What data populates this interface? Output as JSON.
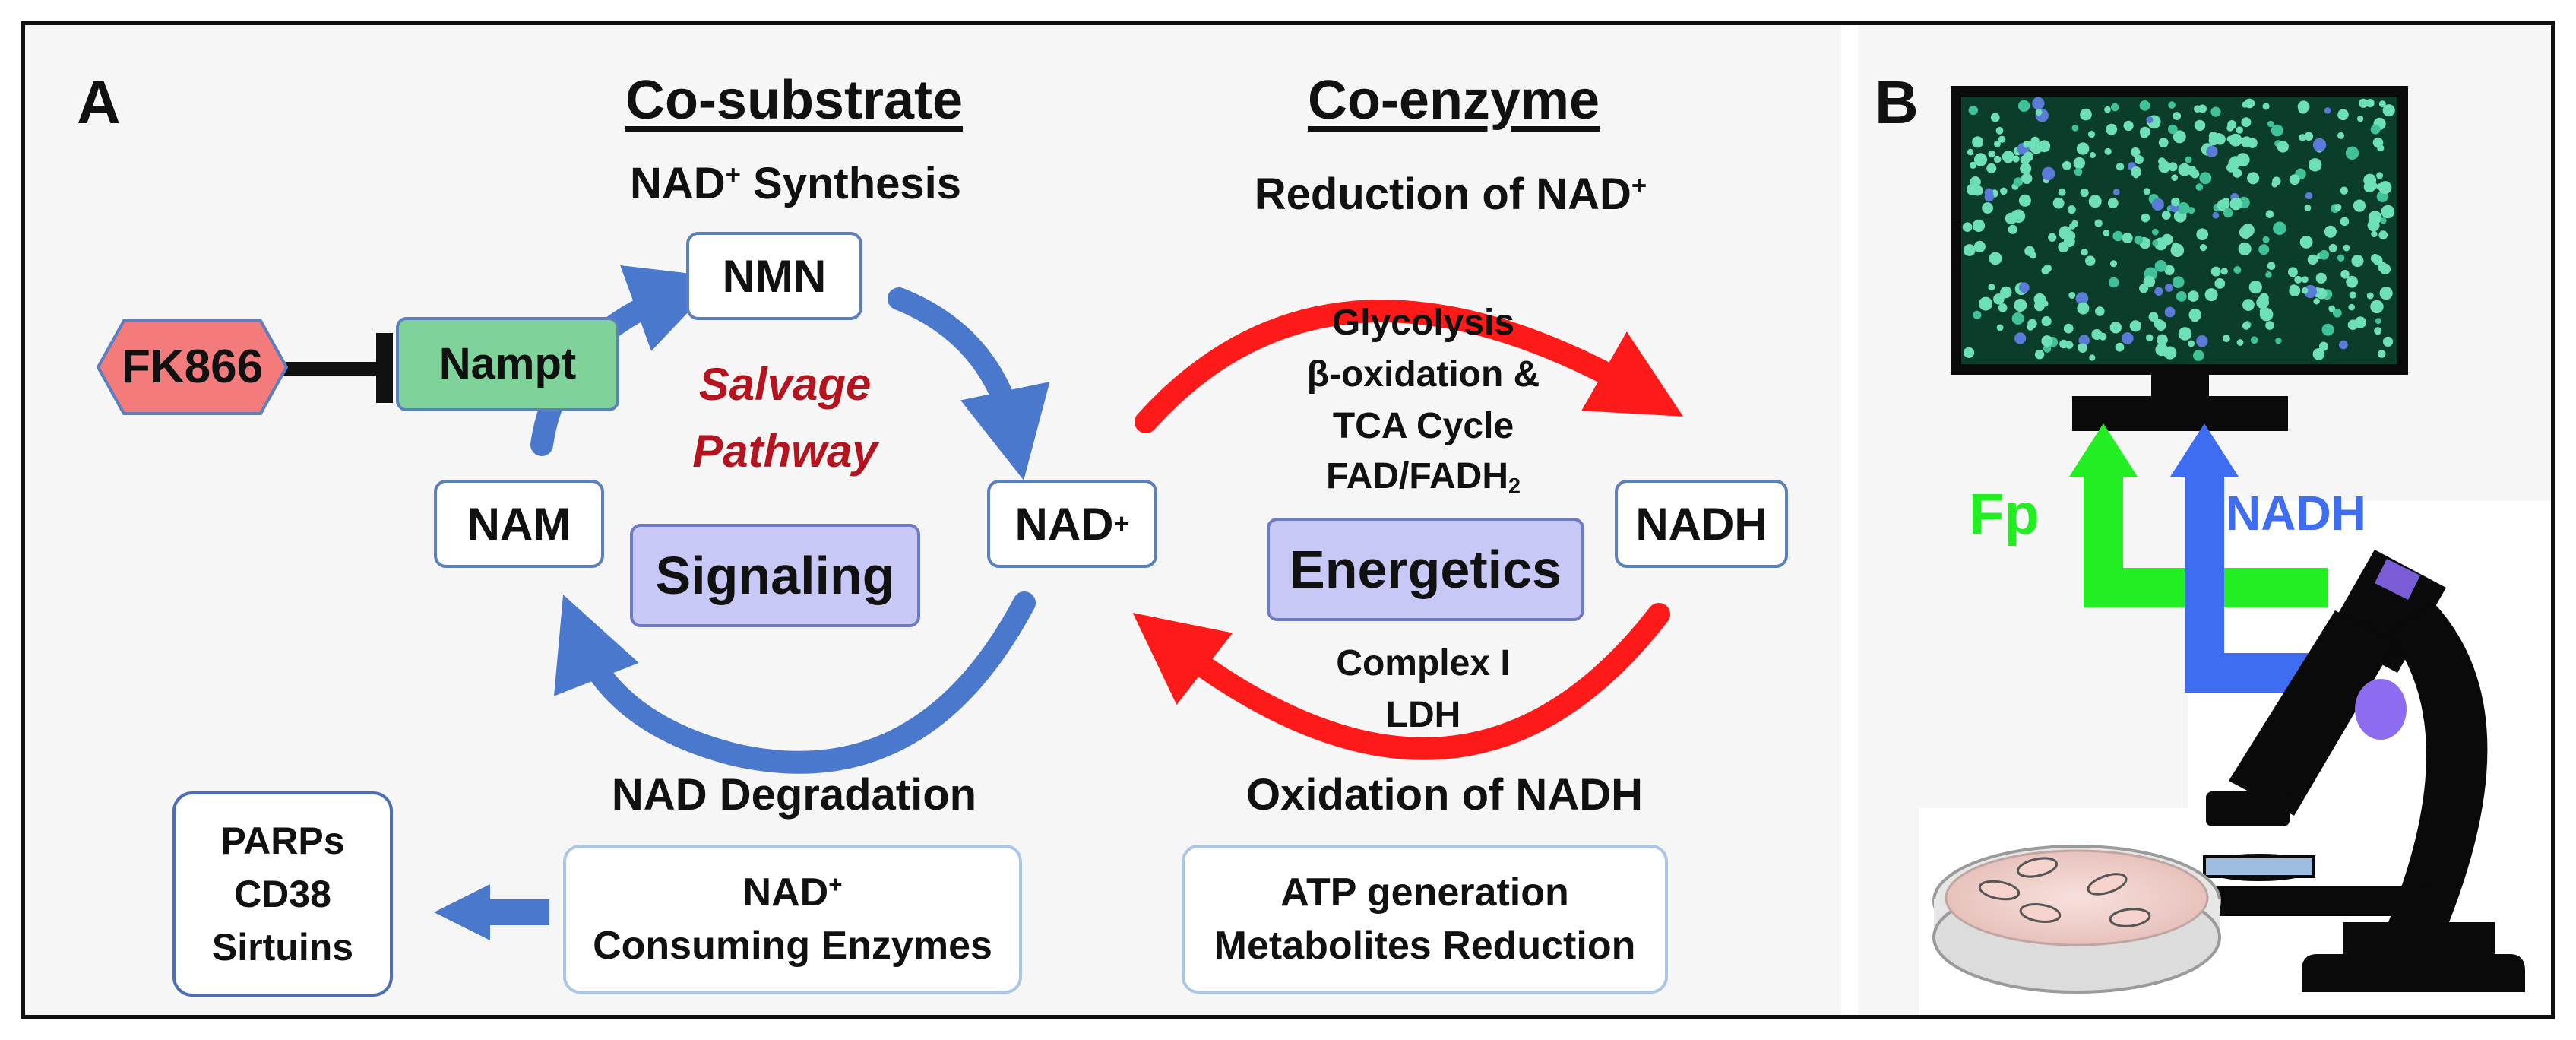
{
  "panels": {
    "a": "A",
    "b": "B"
  },
  "titles": {
    "cosubstrate": "Co-substrate",
    "coenzyme": "Co-enzyme"
  },
  "sections": {
    "nad_synthesis": "NAD",
    "nad_synthesis_sup": "+",
    "nad_synthesis_rest": " Synthesis",
    "reduction": "Reduction of NAD",
    "reduction_sup": "+",
    "degradation": "NAD Degradation",
    "oxidation": "Oxidation of NADH"
  },
  "nodes": {
    "fk866": "FK866",
    "nampt": "Nampt",
    "nmn": "NMN",
    "nam": "NAM",
    "nad": "NAD",
    "nad_sup": "+",
    "nadh": "NADH",
    "signaling": "Signaling",
    "energetics": "Energetics"
  },
  "salvage": {
    "line1": "Salvage",
    "line2": "Pathway"
  },
  "glycolysis": {
    "line1": "Glycolysis",
    "line2": "β-oxidation &",
    "line3": "TCA Cycle",
    "line4": "FAD/FADH",
    "line4_sub": "2"
  },
  "complex": {
    "line1": "Complex I",
    "line2": "LDH"
  },
  "consumers": {
    "line1": "PARPs",
    "line2": "CD38",
    "line3": "Sirtuins"
  },
  "consuming": {
    "line1": "NAD",
    "line1_sup": "+",
    "line2": "Consuming Enzymes"
  },
  "atp": {
    "line1": "ATP generation",
    "line2": "Metabolites Reduction"
  },
  "panel_b": {
    "fp": "Fp",
    "nadh": "NADH"
  },
  "colors": {
    "blue_arrow": "#4a78cc",
    "red_arrow": "#ff1a1a",
    "fk866_fill": "#f47b7b",
    "nampt_fill": "#7fd39a",
    "fp_green": "#22ee22",
    "nadh_blue": "#3f6df2",
    "salvage_red": "#b3141e"
  }
}
